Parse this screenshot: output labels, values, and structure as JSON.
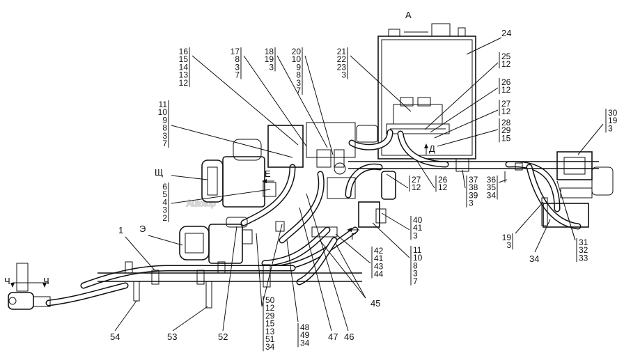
{
  "watermark": "Autotop",
  "view_letters": {
    "a": "А",
    "shch": "Щ",
    "e_cyr": "Е",
    "d_cyr": "Д",
    "g_cyr": "Г",
    "e_rev": "Э",
    "ch_left": "Ч",
    "ch_right": "Ч"
  },
  "stacks": {
    "s16": [
      "16",
      "15",
      "14",
      "13",
      "12"
    ],
    "s17": [
      "17",
      "8",
      "3",
      "7"
    ],
    "s18": [
      "18",
      "19",
      "3"
    ],
    "s20": [
      "20",
      "10",
      "9",
      "8",
      "3",
      "7"
    ],
    "s21": [
      "21",
      "22",
      "23",
      "3"
    ],
    "s25": [
      "25",
      "12"
    ],
    "s26": [
      "26",
      "12"
    ],
    "s27a": [
      "27",
      "12"
    ],
    "s28": [
      "28",
      "29",
      "15"
    ],
    "s30": [
      "30",
      "19",
      "3"
    ],
    "s11a": [
      "11",
      "10",
      "9",
      "8",
      "3",
      "7"
    ],
    "s6": [
      "6",
      "5",
      "4",
      "3",
      "2"
    ],
    "s27b": [
      "27",
      "12"
    ],
    "s26b": [
      "26",
      "12"
    ],
    "s37": [
      "37",
      "38",
      "39",
      "3"
    ],
    "s36": [
      "36",
      "35",
      "34"
    ],
    "s40": [
      "40",
      "41",
      "3"
    ],
    "s11b": [
      "11",
      "10",
      "8",
      "3",
      "7"
    ],
    "s42": [
      "42",
      "41",
      "43",
      "44"
    ],
    "s50": [
      "50",
      "12",
      "29",
      "15",
      "13",
      "51",
      "34"
    ],
    "s48": [
      "48",
      "49",
      "34"
    ],
    "s19": [
      "19",
      "3"
    ],
    "s31": [
      "31",
      "32",
      "33"
    ]
  },
  "labels": {
    "l24": "24",
    "l1": "1",
    "l54": "54",
    "l53": "53",
    "l52": "52",
    "l47": "47",
    "l46": "46",
    "l45": "45",
    "l34": "34"
  }
}
